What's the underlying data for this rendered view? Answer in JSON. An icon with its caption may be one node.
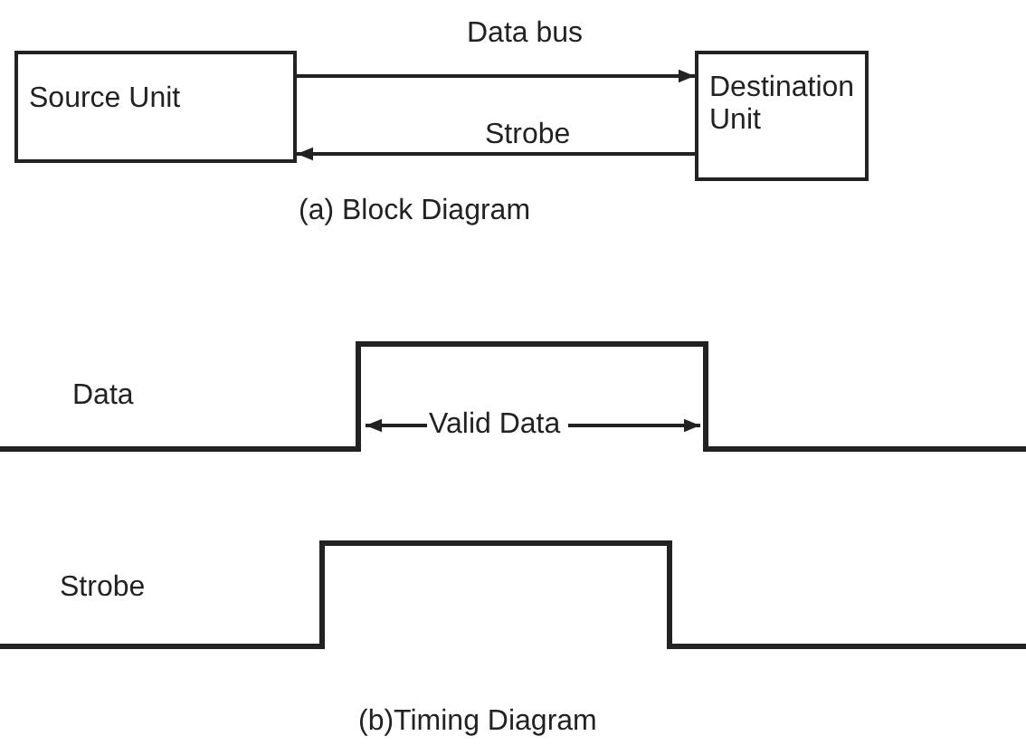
{
  "diagram": {
    "nodes": [
      {
        "text": [
          "Source Unit"
        ]
      },
      {
        "text": [
          "Destination Unit"
        ]
      }
    ],
    "edges": [
      {
        "from": 0,
        "to": 1,
        "arrow": "to",
        "label": "Data bus"
      },
      {
        "from": 1,
        "to": 0,
        "arrow": "to",
        "label": "Strobe"
      }
    ],
    "labels": [
      "(a) Block Diagram",
      "Data",
      "Valid Data",
      "Strobe",
      "(b)Timing Diagram"
    ]
  }
}
